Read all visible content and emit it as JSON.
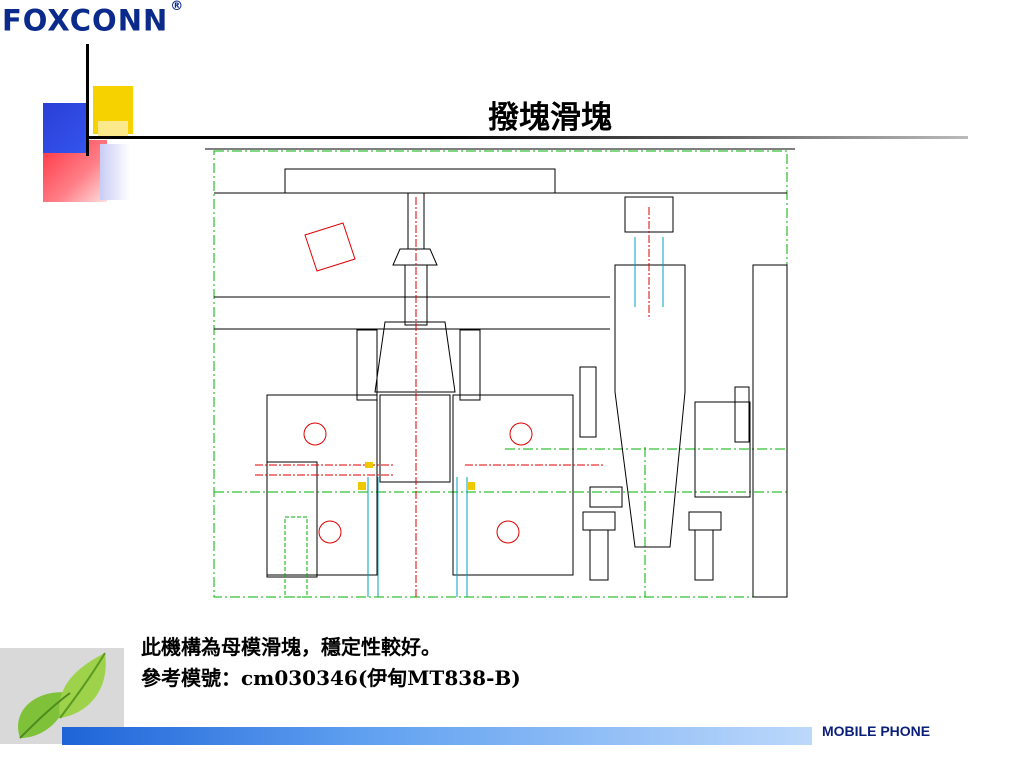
{
  "logo": {
    "name": "FOXCONN",
    "mark": "®"
  },
  "slide": {
    "title": "撥塊滑塊",
    "caption_line1": "此機構為母模滑塊，穩定性較好。",
    "caption_line2": "參考模號：cm030346(伊甸MT838-B)"
  },
  "footer": {
    "label": "MOBILE PHONE"
  },
  "colors": {
    "brand_blue": "#0a2a8c",
    "accent_yellow": "#f6d200",
    "accent_blue": "#2b3fd6",
    "accent_red": "#ff3040",
    "drawing_green": "#00b000",
    "drawing_red": "#e00000",
    "drawing_cyan": "#00a0c0"
  },
  "icons": [
    "leaf-image",
    "mold-drawing"
  ]
}
